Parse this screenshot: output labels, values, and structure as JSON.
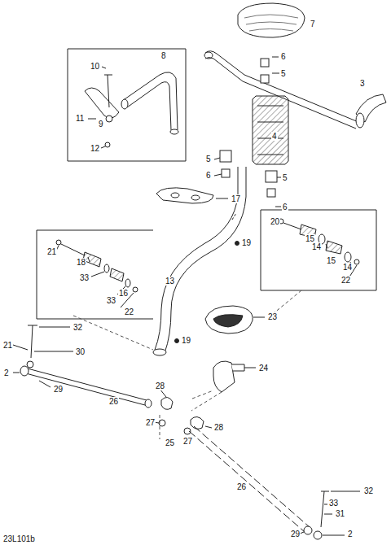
{
  "diagram": {
    "labels": [
      "7",
      "8",
      "6",
      "10",
      "5",
      "3",
      "11",
      "9",
      "4",
      "12",
      "5",
      "6",
      "5",
      "17",
      "6",
      "20",
      "19",
      "15",
      "21",
      "14",
      "18",
      "15",
      "14",
      "33",
      "13",
      "22",
      "16",
      "33",
      "22",
      "23",
      "32",
      "19",
      "21",
      "30",
      "2",
      "24",
      "29",
      "28",
      "26",
      "27",
      "28",
      "25",
      "27",
      "26",
      "32",
      "33",
      "31",
      "29",
      "2",
      "23L101b"
    ]
  }
}
